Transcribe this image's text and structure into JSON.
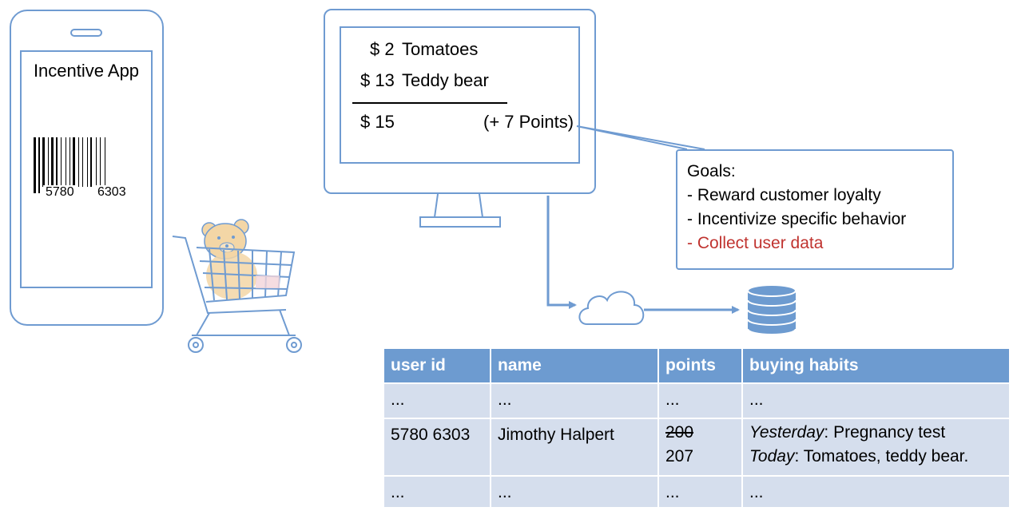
{
  "phone": {
    "app_title": "Incentive App",
    "barcode_left": "5780",
    "barcode_right": "6303"
  },
  "receipt": {
    "items": [
      {
        "price": "$ 2",
        "name": "Tomatoes"
      },
      {
        "price": "$ 13",
        "name": "Teddy bear"
      }
    ],
    "total": "$ 15",
    "points_note": "(+ 7 Points)"
  },
  "goals": {
    "title": "Goals:",
    "items": [
      {
        "text": "-  Reward customer loyalty",
        "highlight": false
      },
      {
        "text": "-  Incentivize specific behavior",
        "highlight": false
      },
      {
        "text": "-  Collect user data",
        "highlight": true
      }
    ]
  },
  "table": {
    "headers": [
      "user id",
      "name",
      "points",
      "buying habits"
    ],
    "rows": [
      {
        "user_id": "...",
        "name": "...",
        "points_old": "...",
        "points_new": "",
        "habits": [
          {
            "em": "",
            "text": "..."
          }
        ]
      },
      {
        "user_id": "5780 6303",
        "name": "Jimothy Halpert",
        "points_old": "200",
        "points_new": "207",
        "habits": [
          {
            "em": "Yesterday",
            "text": ": Pregnancy test"
          },
          {
            "em": "Today",
            "text": ": Tomatoes, teddy bear."
          }
        ]
      },
      {
        "user_id": "...",
        "name": "...",
        "points_old": "...",
        "points_new": "",
        "habits": [
          {
            "em": "",
            "text": "..."
          }
        ]
      }
    ]
  },
  "colors": {
    "outline": "#6f9bd1",
    "table_header": "#6d9bd0",
    "table_row": "#d5deed",
    "highlight_text": "#c0332f",
    "bear_fill": "#f3d6a6",
    "cart_pink": "#f2d4d9"
  },
  "icons": [
    "phone-icon",
    "barcode-icon",
    "shopping-cart-icon",
    "teddy-bear-icon",
    "monitor-icon",
    "cloud-icon",
    "database-icon"
  ]
}
